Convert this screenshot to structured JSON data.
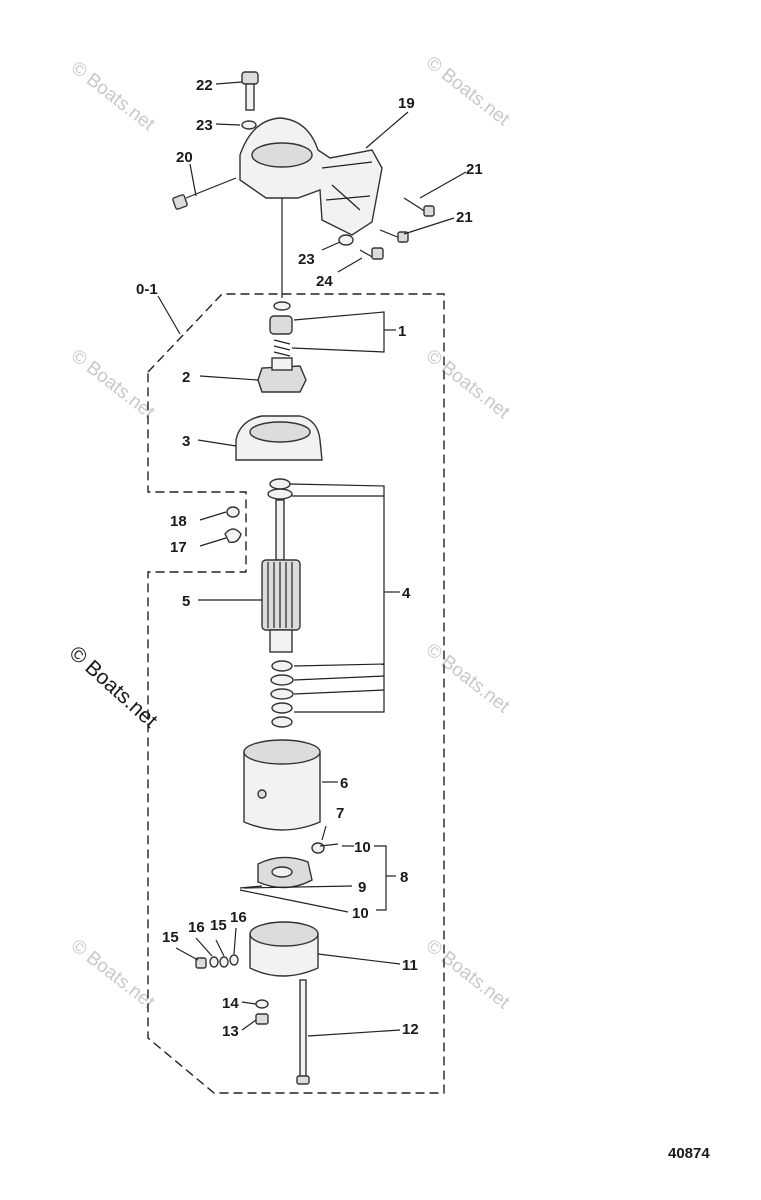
{
  "watermark": "© Boats.net",
  "figure_number": "40874",
  "labels": {
    "l1": "1",
    "l2": "2",
    "l3": "3",
    "l4": "4",
    "l5": "5",
    "l6": "6",
    "l7": "7",
    "l8": "8",
    "l9": "9",
    "l10a": "10",
    "l10b": "10",
    "l11": "11",
    "l12": "12",
    "l13": "13",
    "l14": "14",
    "l15a": "15",
    "l15b": "15",
    "l16a": "16",
    "l16b": "16",
    "l17": "17",
    "l18": "18",
    "l19": "19",
    "l20": "20",
    "l21a": "21",
    "l21b": "21",
    "l22": "22",
    "l23a": "23",
    "l23b": "23",
    "l24": "24",
    "l01": "0-1"
  }
}
